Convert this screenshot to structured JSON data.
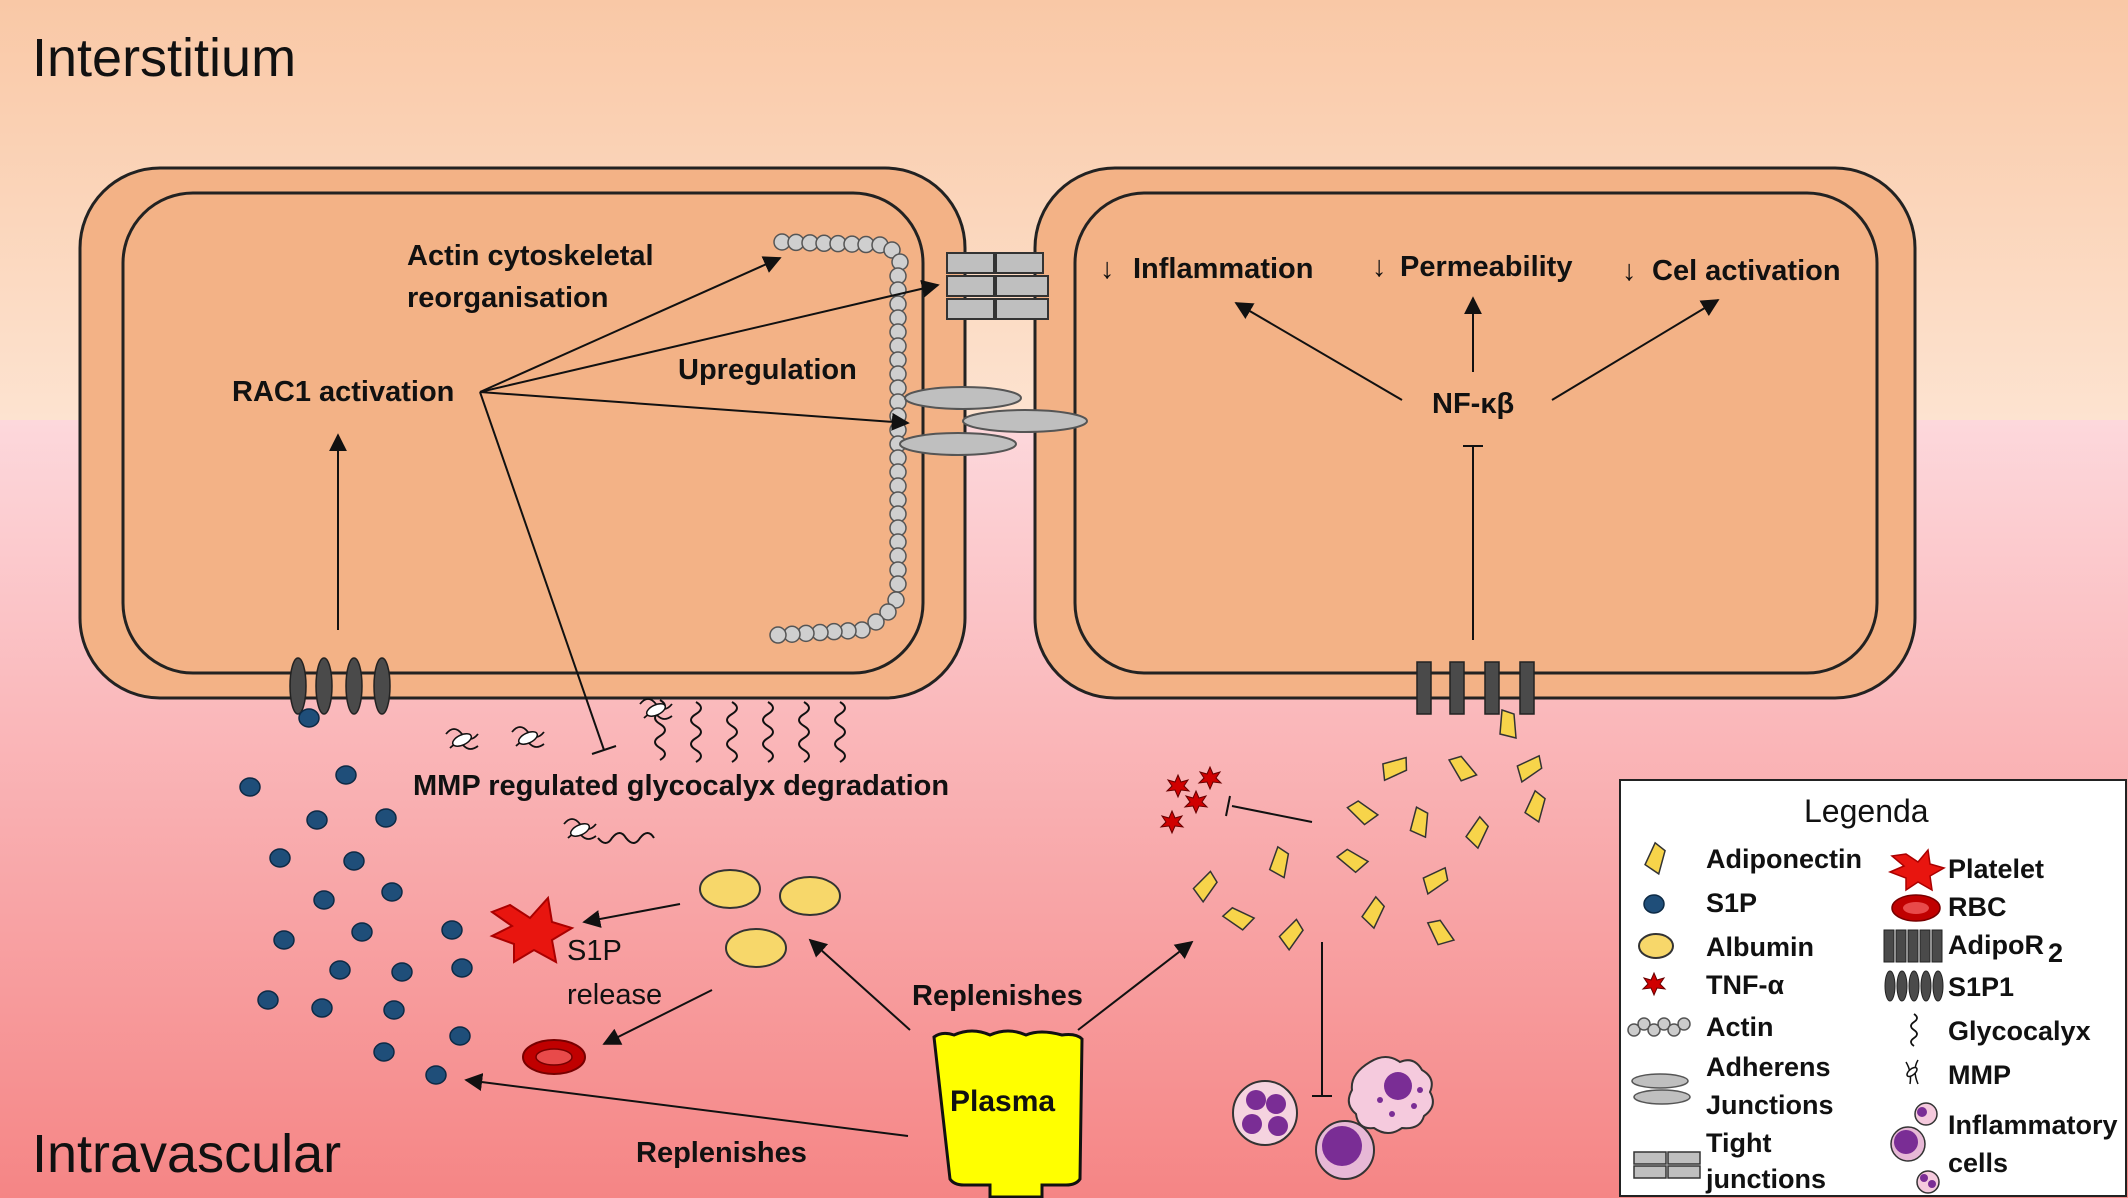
{
  "regions": {
    "top": "Interstitium",
    "bottom": "Intravascular"
  },
  "left_cell": {
    "actin_label_line1": "Actin cytoskeletal",
    "actin_label_line2": "reorganisation",
    "rac1": "RAC1 activation",
    "upregulation": "Upregulation"
  },
  "right_cell": {
    "out1": "Inflammation",
    "out2": "Permeability",
    "out3": "Cel activation",
    "nfkb": "NF-κβ"
  },
  "intravascular": {
    "mmp": "MMP regulated glycocalyx degradation",
    "s1p_release_line1": "S1P",
    "s1p_release_line2": "release",
    "replenishes_top": "Replenishes",
    "replenishes_bottom": "Replenishes",
    "plasma": "Plasma"
  },
  "legend": {
    "title": "Legenda",
    "items_left": [
      "Adiponectin",
      "S1P",
      "Albumin",
      "TNF-α",
      "Actin",
      "Adherens",
      "Junctions",
      "Tight",
      "junctions"
    ],
    "items_right": [
      "Platelet",
      "RBC",
      "AdipoR",
      "2",
      "S1P1",
      "Glycocalyx",
      "MMP",
      "Inflammatory",
      "cells"
    ]
  },
  "colors": {
    "interstitium_top": "#fad2b4",
    "intravascular_bottom": "#f58a8a",
    "cell_fill": "#f3b286",
    "s1p": "#1f4e79",
    "albumin": "#f7d76a",
    "adiponectin": "#f7d44a",
    "platelet": "#e8150f",
    "rbc": "#c00000",
    "tnf": "#d00000",
    "plasma": "#ffff00",
    "receptor": "#4a4a4a",
    "inflammatory": "#7a2d95"
  }
}
